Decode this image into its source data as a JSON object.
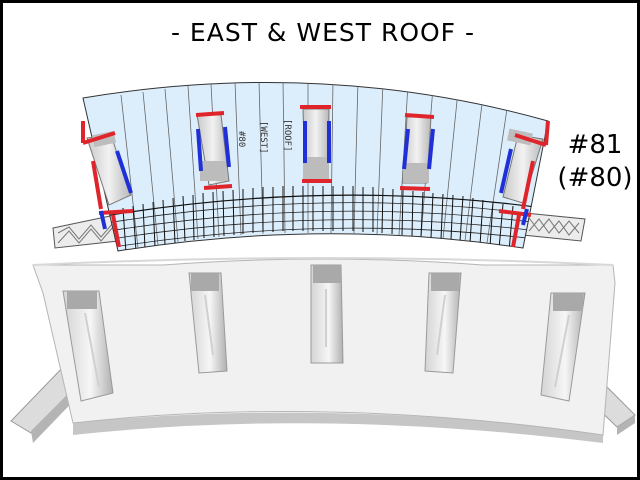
{
  "title": "- EAST & WEST ROOF -",
  "part_number": "#81",
  "alt_part_number": "(#80)",
  "roof_markings": [
    "#80",
    "[WEST]",
    "[ROOF]"
  ],
  "colors": {
    "background": "#ffffff",
    "frame": "#000000",
    "roof_panel": "#dceefc",
    "ribs": "#1b1b1b",
    "highlight_red": "#e0242c",
    "highlight_blue": "#2030d8",
    "model_base": "#f1f1f1",
    "model_shadow": "#a8a8a8"
  }
}
